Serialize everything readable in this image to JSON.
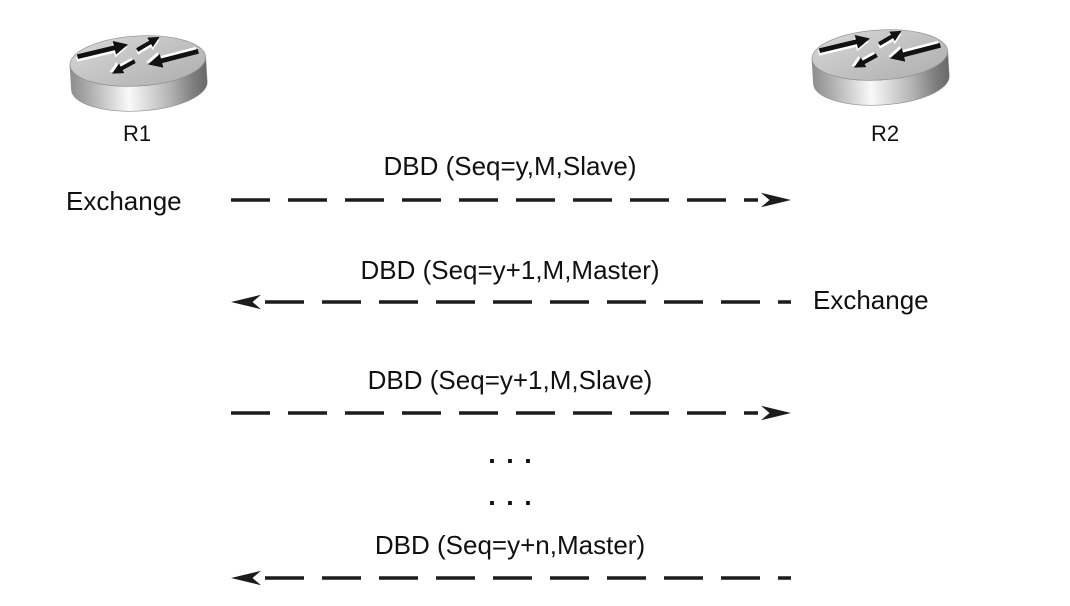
{
  "routers": [
    {
      "label": "R1"
    },
    {
      "label": "R2"
    }
  ],
  "states": {
    "left_exchange": "Exchange",
    "right_exchange": "Exchange"
  },
  "messages": [
    {
      "label": "DBD (Seq=y,M,Slave)",
      "direction": "right"
    },
    {
      "label": "DBD (Seq=y+1,M,Master)",
      "direction": "left"
    },
    {
      "label": "DBD (Seq=y+1,M,Slave)",
      "direction": "right"
    },
    {
      "label": "DBD (Seq=y+n,Master)",
      "direction": "left"
    }
  ],
  "ellipsis": [
    ". . .",
    ". . ."
  ],
  "colors": {
    "ink": "#1a1a1a",
    "router_top": "#c2c2c2",
    "router_body_light": "#f9f9f9",
    "router_body_dark": "#696969"
  }
}
